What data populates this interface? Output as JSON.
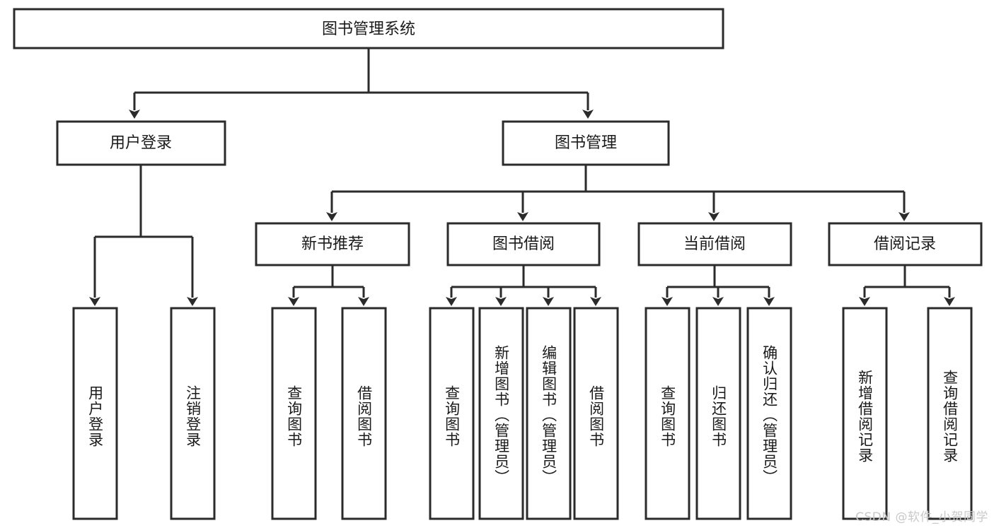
{
  "diagram": {
    "type": "tree",
    "title": "图书管理系统",
    "orientation": "top-down",
    "colors": {
      "box_stroke": "#2b2b2b",
      "box_fill": "#ffffff",
      "text": "#1a1a1a",
      "background": "#ffffff",
      "watermark": "#c9c9c9"
    },
    "root": {
      "label": "图书管理系统"
    },
    "level2": [
      {
        "label": "用户登录"
      },
      {
        "label": "图书管理"
      }
    ],
    "level3": [
      {
        "label": "新书推荐"
      },
      {
        "label": "图书借阅"
      },
      {
        "label": "当前借阅"
      },
      {
        "label": "借阅记录"
      }
    ],
    "leaves": {
      "user_login": [
        "用户登录",
        "注销登录"
      ],
      "new_book_recommend": [
        "查询图书",
        "借阅图书"
      ],
      "book_borrow": [
        "查询图书",
        "新增图书（管理员）",
        "编辑图书（管理员）",
        "借阅图书"
      ],
      "current_borrow": [
        "查询图书",
        "归还图书",
        "确认归还（管理员）"
      ],
      "borrow_record": [
        "新增借阅记录",
        "查询借阅记录"
      ]
    }
  },
  "watermark": {
    "text": "CSDN @软件_小贺同学"
  }
}
